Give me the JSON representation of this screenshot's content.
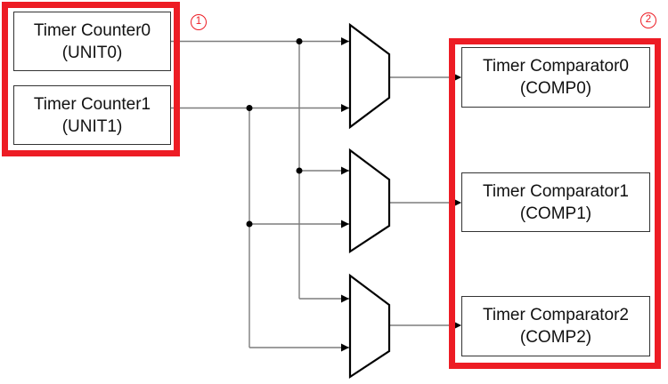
{
  "colors": {
    "frame_red": "#ed1c24",
    "line_gray": "#7d7d7d",
    "shape_black": "#000000",
    "box_border": "#333333",
    "box_fill": "#ffffff"
  },
  "unit_group": {
    "callout": "1",
    "boxes": [
      {
        "title": "Timer Counter0",
        "subtitle": "(UNIT0)"
      },
      {
        "title": "Timer Counter1",
        "subtitle": "(UNIT1)"
      }
    ]
  },
  "comp_group": {
    "callout": "2",
    "boxes": [
      {
        "title": "Timer Comparator0",
        "subtitle": "(COMP0)"
      },
      {
        "title": "Timer Comparator1",
        "subtitle": "(COMP1)"
      },
      {
        "title": "Timer Comparator2",
        "subtitle": "(COMP2)"
      }
    ]
  }
}
